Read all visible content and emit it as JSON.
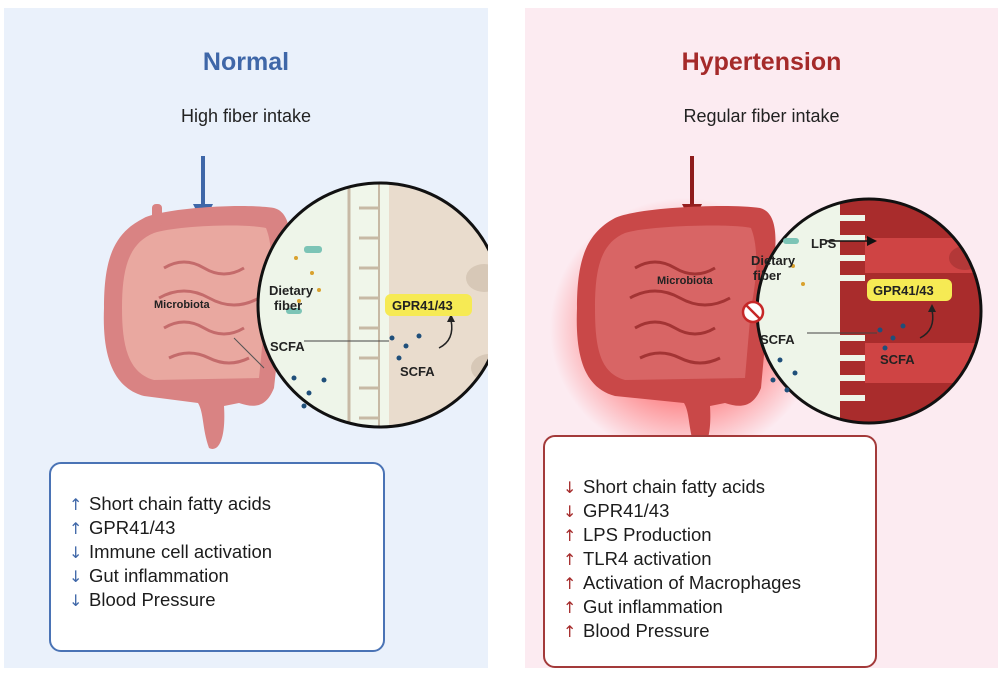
{
  "left": {
    "title": "Normal",
    "intake": "High fiber intake",
    "labels": {
      "microbiota": "Microbiota",
      "dietary_fiber_1": "Dietary",
      "dietary_fiber_2": "fiber",
      "scfa_1": "SCFA",
      "scfa_2": "SCFA",
      "receptor": "GPR41/43"
    },
    "items": [
      {
        "arrow": "↑",
        "text": "Short chain fatty acids"
      },
      {
        "arrow": "↑",
        "text": "GPR41/43"
      },
      {
        "arrow": "↓",
        "text": "Immune cell activation"
      },
      {
        "arrow": "↓",
        "text": "Gut inflammation"
      },
      {
        "arrow": "↓",
        "text": "Blood Pressure"
      }
    ]
  },
  "right": {
    "title": "Hypertension",
    "intake": "Regular fiber intake",
    "labels": {
      "microbiota": "Microbiota",
      "lps": "LPS",
      "dietary_fiber_1": "Dietary",
      "dietary_fiber_2": "fiber",
      "scfa_1": "SCFA",
      "scfa_2": "SCFA",
      "receptor": "GPR41/43"
    },
    "items": [
      {
        "arrow": "↓",
        "text": "Short chain fatty acids"
      },
      {
        "arrow": "↓",
        "text": "GPR41/43"
      },
      {
        "arrow": "↑",
        "text": "LPS Production"
      },
      {
        "arrow": "↑",
        "text": "TLR4 activation"
      },
      {
        "arrow": "↑",
        "text": "Activation of Macrophages"
      },
      {
        "arrow": "↑",
        "text": "Gut inflammation"
      },
      {
        "arrow": "↑",
        "text": "Blood Pressure"
      }
    ]
  },
  "colors": {
    "normal_accent": "#3f67a8",
    "hypertension_accent": "#a52a2a",
    "receptor_badge": "#f6ea54"
  }
}
